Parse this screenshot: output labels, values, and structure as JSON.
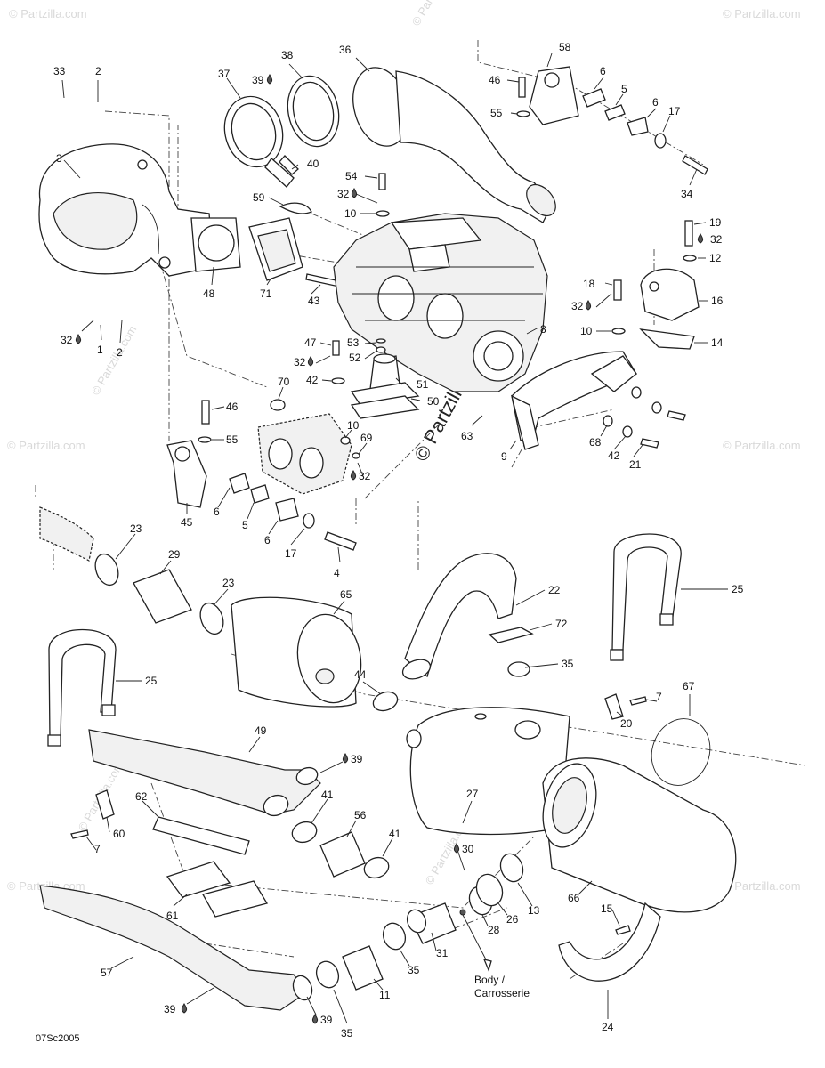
{
  "watermark": {
    "text": "© Partzilla.com",
    "text_small": "© Partzilla.com"
  },
  "code": "07Sc2005",
  "body_note": [
    "Body /",
    "Carrosserie"
  ],
  "labels": {
    "p33": "33",
    "p2a": "2",
    "p3": "3",
    "p37": "37",
    "p39a": "39",
    "p38": "38",
    "p36": "36",
    "p58": "58",
    "p46a": "46",
    "p6a": "6",
    "p5a": "5",
    "p55a": "55",
    "p6b": "6",
    "p17a": "17",
    "p34": "34",
    "p40": "40",
    "p54": "54",
    "p59": "59",
    "p32a": "32",
    "p10a": "10",
    "p19": "19",
    "p32b": "32",
    "p12": "12",
    "p48": "48",
    "p71": "71",
    "p43": "43",
    "p18": "18",
    "p16": "16",
    "p32c": "32",
    "p8": "8",
    "p10b": "10",
    "p14": "14",
    "p32d": "32",
    "p1": "1",
    "p2b": "2",
    "p47": "47",
    "p53": "53",
    "p32e": "32",
    "p52": "52",
    "p42a": "42",
    "p51": "51",
    "p70": "70",
    "p50": "50",
    "p46b": "46",
    "p55b": "55",
    "p10c": "10",
    "p69": "69",
    "p32f": "32",
    "p63": "63",
    "p68": "68",
    "p9": "9",
    "p42b": "42",
    "p21": "21",
    "p45": "45",
    "p6c": "6",
    "p5b": "5",
    "p6d": "6",
    "p17b": "17",
    "p4": "4",
    "p23a": "23",
    "p29": "29",
    "p23b": "23",
    "p65": "65",
    "p22": "22",
    "p25a": "25",
    "p72": "72",
    "p35a": "35",
    "p25b": "25",
    "p44": "44",
    "p20": "20",
    "p7a": "7",
    "p67": "67",
    "p49": "49",
    "p39b": "39",
    "p62": "62",
    "p41a": "41",
    "p27": "27",
    "p56": "56",
    "p60": "60",
    "p7b": "7",
    "p41b": "41",
    "p30": "30",
    "p28": "28",
    "p26": "26",
    "p13": "13",
    "p66": "66",
    "p61": "61",
    "p15": "15",
    "p57": "57",
    "p35b": "35",
    "p31": "31",
    "p11": "11",
    "p39c": "39",
    "p35c": "35",
    "p39d": "39",
    "p24": "24"
  }
}
